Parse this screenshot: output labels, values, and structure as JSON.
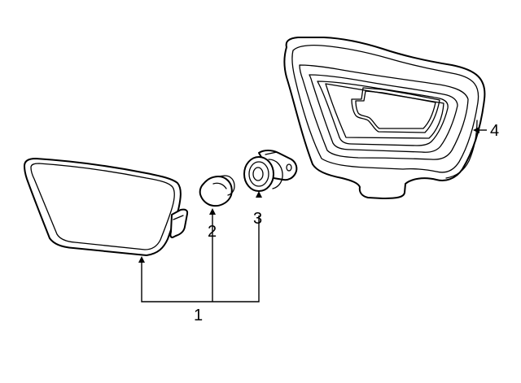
{
  "diagram": {
    "callouts": [
      {
        "id": "1",
        "text": "1"
      },
      {
        "id": "2",
        "text": "2"
      },
      {
        "id": "3",
        "text": "3"
      },
      {
        "id": "4",
        "text": "4"
      }
    ]
  }
}
